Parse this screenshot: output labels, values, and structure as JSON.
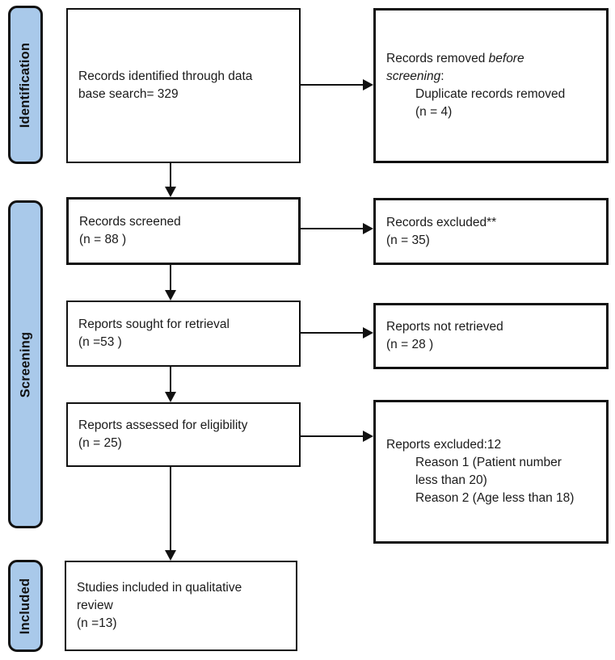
{
  "colors": {
    "stage_fill": "#a9c9ea",
    "line_color": "#111111",
    "background": "#ffffff"
  },
  "stages": [
    {
      "label": "Identification"
    },
    {
      "label": "Screening"
    },
    {
      "label": "Included"
    }
  ],
  "boxes": {
    "identified": {
      "lines": [
        "Records identified through data",
        "base search= 329"
      ]
    },
    "removed_before": {
      "line1_normal": "Records removed ",
      "line1_italic": "before",
      "line2_italic": "screening",
      "line2_normal": ":",
      "indent1": "Duplicate records removed",
      "indent2": "(n = 4)"
    },
    "screened": {
      "lines": [
        "Records screened",
        "(n = 88 )"
      ]
    },
    "records_excluded": {
      "lines": [
        "Records excluded**",
        "(n = 35)"
      ]
    },
    "sought": {
      "lines": [
        "Reports sought for retrieval",
        "(n =53 )"
      ]
    },
    "not_retrieved": {
      "lines": [
        "Reports not retrieved",
        "(n = 28 )"
      ]
    },
    "assessed": {
      "lines": [
        "Reports assessed for eligibility",
        "(n = 25)"
      ]
    },
    "reports_excluded": {
      "title": "Reports excluded:12",
      "indent1": "Reason 1 (Patient number",
      "indent2": "less than 20)",
      "indent3": "Reason 2 (Age less than 18)"
    },
    "included_studies": {
      "lines": [
        "Studies included in qualitative",
        "review",
        "(n =13)"
      ]
    }
  }
}
